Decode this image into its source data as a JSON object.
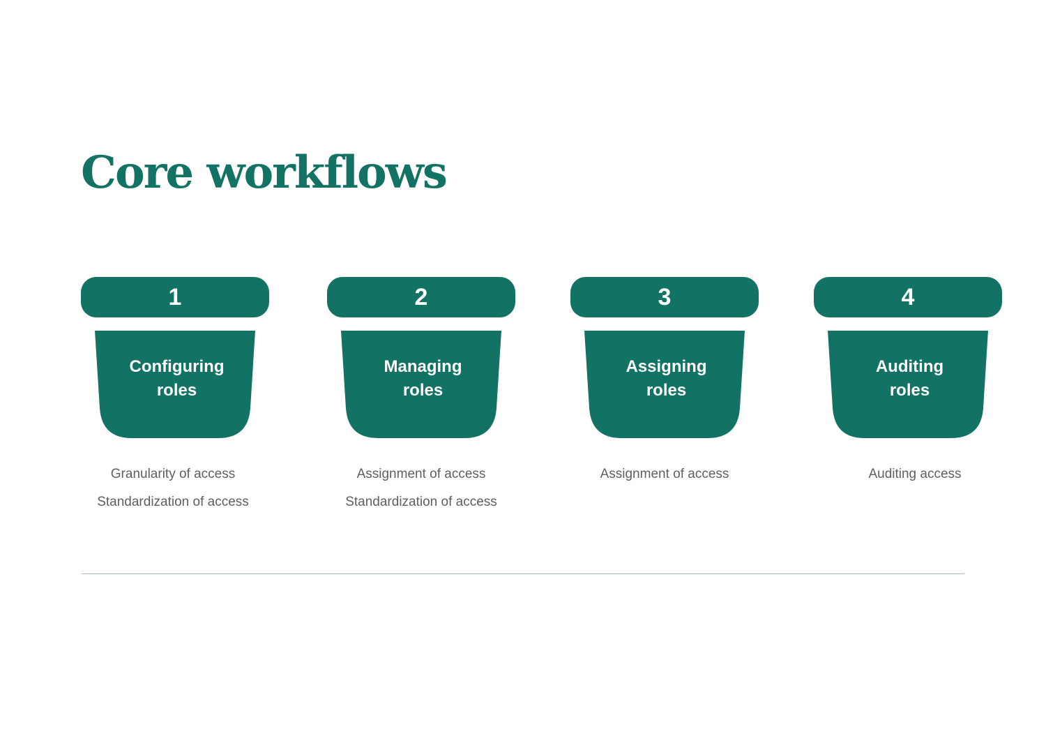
{
  "title": "Core workflows",
  "colors": {
    "accent": "#127263",
    "text_on_accent": "#ffffff",
    "description_text": "#5f5f5f",
    "divider": "#a9c0bd"
  },
  "workflows": [
    {
      "number": "1",
      "label_line1": "Configuring",
      "label_line2": "roles",
      "details": [
        "Granularity of access",
        "Standardization of access"
      ]
    },
    {
      "number": "2",
      "label_line1": "Managing",
      "label_line2": "roles",
      "details": [
        "Assignment of access",
        "Standardization of access"
      ]
    },
    {
      "number": "3",
      "label_line1": "Assigning",
      "label_line2": "roles",
      "details": [
        "Assignment of access"
      ]
    },
    {
      "number": "4",
      "label_line1": "Auditing",
      "label_line2": "roles",
      "details": [
        "Auditing access"
      ]
    }
  ]
}
